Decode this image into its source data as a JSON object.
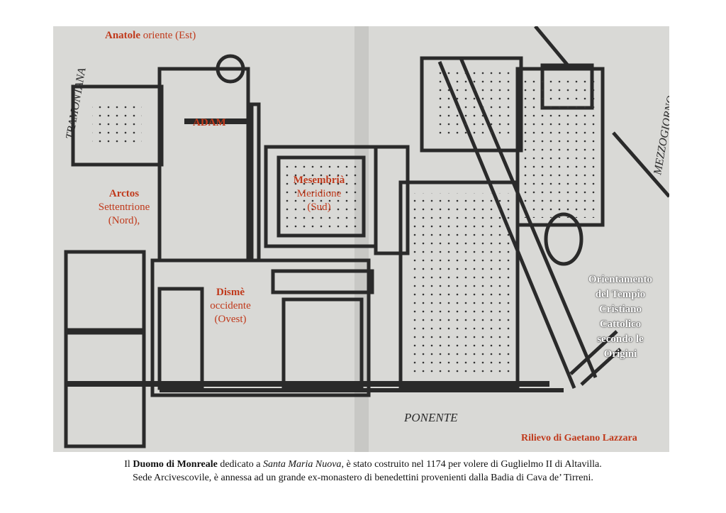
{
  "labels": {
    "anatole": {
      "name": "Anatole",
      "sub": "oriente (Est)"
    },
    "adam": "ADAM",
    "arctos": {
      "name": "Arctos",
      "line1": "Settentrione",
      "line2": "(Nord),"
    },
    "mesembria": {
      "name": "Mesembrià",
      "line1": "Meridione",
      "line2": "(Sud)"
    },
    "disme": {
      "name": "Dismè",
      "line1": "occidente",
      "line2": "(Ovest)"
    },
    "orientamento": [
      "Orientamento",
      "del Tempio",
      "Cristiano",
      "Cattolico",
      "secondo le",
      "Origini"
    ],
    "rilievo": "Rilievo di Gaetano Lazzara"
  },
  "map_text": {
    "tramontana": "TRAMONTANA",
    "mezzogiorno": "MEZZOGIORNO",
    "ponente": "PONENTE"
  },
  "caption": {
    "pre": "Il ",
    "duomo": "Duomo di Monreale",
    "mid": " dedicato a ",
    "santa": "Santa Maria Nuova",
    "post": ", è stato costruito nel 1174 per volere di Guglielmo II di Altavilla.",
    "line2": "Sede Arcivescovile, è annessa ad un grande ex-monastero di benedettini provenienti dalla Badia di Cava de’ Tirreni."
  },
  "colors": {
    "accent": "#c0391b",
    "paper": "#d9d9d6",
    "ink": "#2a2a2a"
  }
}
